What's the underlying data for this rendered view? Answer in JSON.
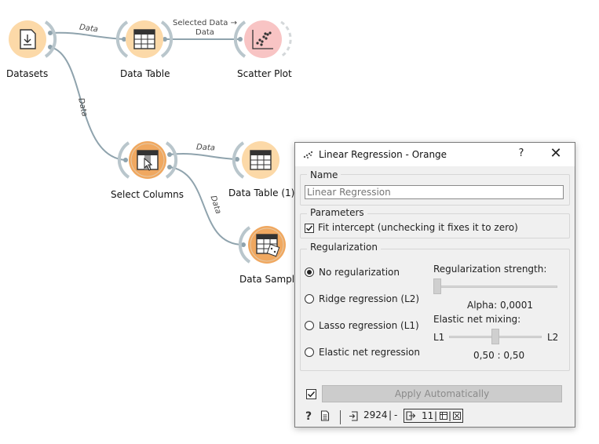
{
  "canvas": {
    "nodes": [
      {
        "id": "datasets",
        "label": "Datasets"
      },
      {
        "id": "data_table",
        "label": "Data Table"
      },
      {
        "id": "scatter_plot",
        "label": "Scatter Plot"
      },
      {
        "id": "select_columns",
        "label": "Select Columns"
      },
      {
        "id": "data_table_1",
        "label": "Data Table (1)"
      },
      {
        "id": "data_sampler",
        "label": "Data Sample"
      }
    ],
    "links": [
      {
        "from": "datasets",
        "to": "data_table",
        "label": "Data"
      },
      {
        "from": "data_table",
        "to": "scatter_plot",
        "label_line1": "Selected  Data →",
        "label_line2": "Data"
      },
      {
        "from": "datasets",
        "to": "select_columns",
        "label": "Data"
      },
      {
        "from": "select_columns",
        "to": "data_table_1",
        "label": "Data"
      },
      {
        "from": "select_columns",
        "to": "data_sampler",
        "label": "Data"
      }
    ],
    "colors": {
      "node_light": "#fcd9a8",
      "node_dark": "#f0a860",
      "scatter": "#f8c4c4",
      "link": "#8fa3ad"
    }
  },
  "dialog": {
    "title": "Linear Regression - Orange",
    "help_label": "?",
    "close_label": "✕",
    "name_group": {
      "title": "Name",
      "value": "",
      "placeholder": "Linear Regression"
    },
    "parameters_group": {
      "title": "Parameters",
      "fit_intercept_label": "Fit intercept (unchecking it fixes it to zero)",
      "fit_intercept_checked": true
    },
    "regularization_group": {
      "title": "Regularization",
      "options": [
        {
          "label": "No regularization",
          "selected": true
        },
        {
          "label": "Ridge regression (L2)",
          "selected": false
        },
        {
          "label": "Lasso regression (L1)",
          "selected": false
        },
        {
          "label": "Elastic net regression",
          "selected": false
        }
      ],
      "strength_label": "Regularization strength:",
      "alpha_label": "Alpha: 0,0001",
      "mixing_label": "Elastic net mixing:",
      "l1_label": "L1",
      "l2_label": "L2",
      "mixing_value_label": "0,50 : 0,50"
    },
    "apply": {
      "checked": true,
      "label": "Apply Automatically"
    },
    "status_bar": {
      "input_count": "2924",
      "separator": "|",
      "dash": "-",
      "output_count": "11"
    }
  }
}
